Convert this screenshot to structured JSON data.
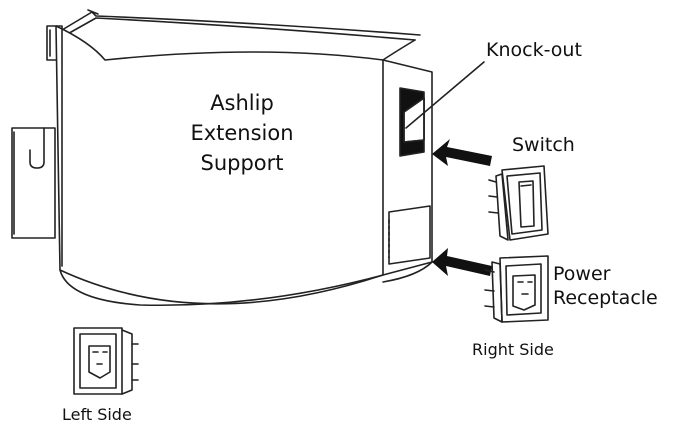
{
  "labels": {
    "panel": [
      "Ashlip",
      "Extension",
      "Support"
    ],
    "knockout": "Knock-out",
    "switch": "Switch",
    "power_receptacle": [
      "Power",
      "Receptacle"
    ],
    "right_side": "Right Side",
    "left_side": "Left Side"
  },
  "colors": {
    "line": "#222222",
    "fill": "#ffffff",
    "dark": "#111111"
  }
}
